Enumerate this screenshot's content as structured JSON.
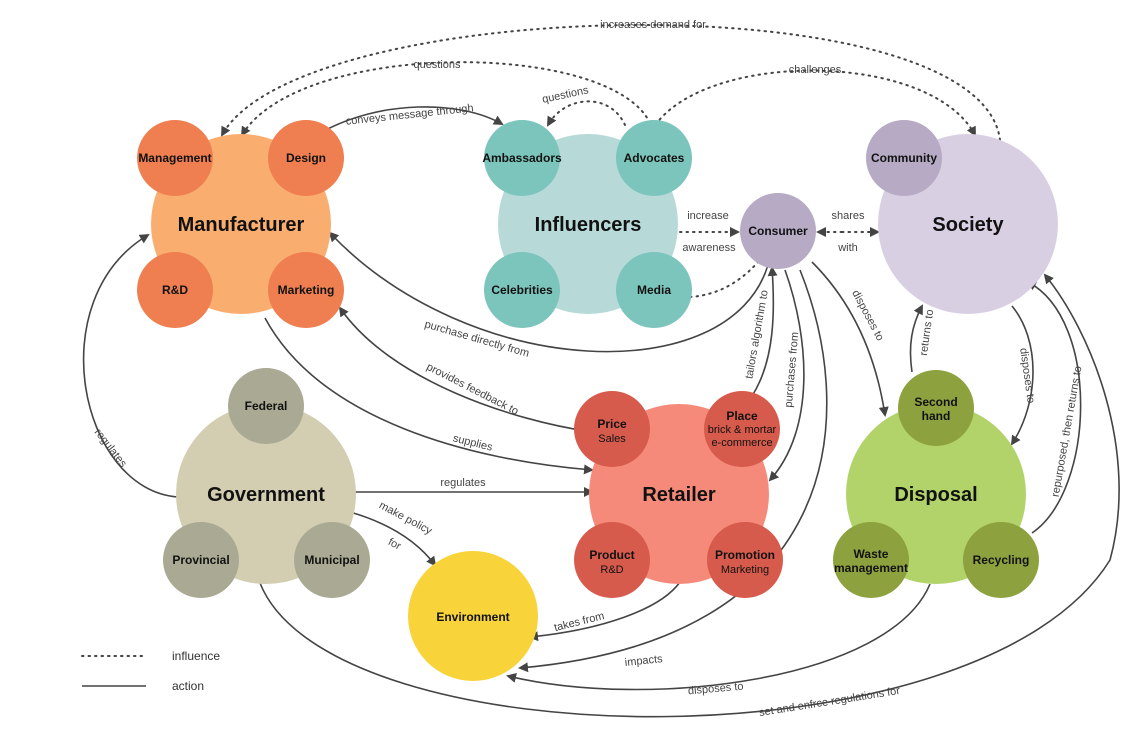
{
  "colors": {
    "manufacturer": "#f9ae70",
    "manufacturer_sub": "#ef7f50",
    "influencers": "#b7d9d8",
    "influencers_sub": "#7cc5bd",
    "society": "#d9cfe2",
    "society_sub": "#b6aac4",
    "consumer": "#b6aac4",
    "government": "#d3cdb2",
    "government_sub": "#aaaa94",
    "retailer": "#f58a7a",
    "retailer_sub": "#d75b4c",
    "disposal": "#b1d36a",
    "disposal_sub": "#8da23f",
    "environment": "#f8d43a"
  },
  "nodes": {
    "manufacturer": "Manufacturer",
    "management": "Management",
    "design": "Design",
    "rnd": "R&D",
    "marketing": "Marketing",
    "influencers": "Influencers",
    "ambassadors": "Ambassadors",
    "advocates": "Advocates",
    "celebrities": "Celebrities",
    "media": "Media",
    "consumer": "Consumer",
    "society": "Society",
    "community": "Community",
    "government": "Government",
    "federal": "Federal",
    "provincial": "Provincial",
    "municipal": "Municipal",
    "retailer": "Retailer",
    "price": "Price",
    "price_sub": "Sales",
    "place": "Place",
    "place_sub1": "brick & mortar",
    "place_sub2": "e-commerce",
    "product": "Product",
    "product_sub": "R&D",
    "promotion": "Promotion",
    "promotion_sub": "Marketing",
    "disposal": "Disposal",
    "second_hand1": "Second",
    "second_hand2": "hand",
    "waste1": "Waste",
    "waste2": "management",
    "recycling": "Recycling",
    "environment": "Environment"
  },
  "edges": {
    "increases_demand_for": "increases demand for",
    "questions_top": "questions",
    "challenges": "challenges",
    "questions_small": "questions",
    "conveys_message": "conveys message through",
    "increase": "increase",
    "awareness": "awareness",
    "shares": "shares",
    "with": "with",
    "purchase_directly": "purchase directly from",
    "provides_feedback": "provides feedback to",
    "tailors_algorithm": "tailors algorithm to",
    "purchases_from": "purchases from",
    "disposes_to_consumer": "disposes to",
    "returns_to": "returns to",
    "disposes_to_society": "disposes to",
    "repurposed": "repurposed, then returns to",
    "regulates_left": "regulates",
    "supplies": "supplies",
    "regulates_mid": "regulates",
    "make_policy1": "make policy",
    "make_policy2": "for",
    "takes_from": "takes from",
    "impacts": "impacts",
    "disposes_to_env": "disposes to",
    "set_enforce": "set and enfrce regulations for"
  },
  "legend": {
    "influence": "influence",
    "action": "action"
  }
}
